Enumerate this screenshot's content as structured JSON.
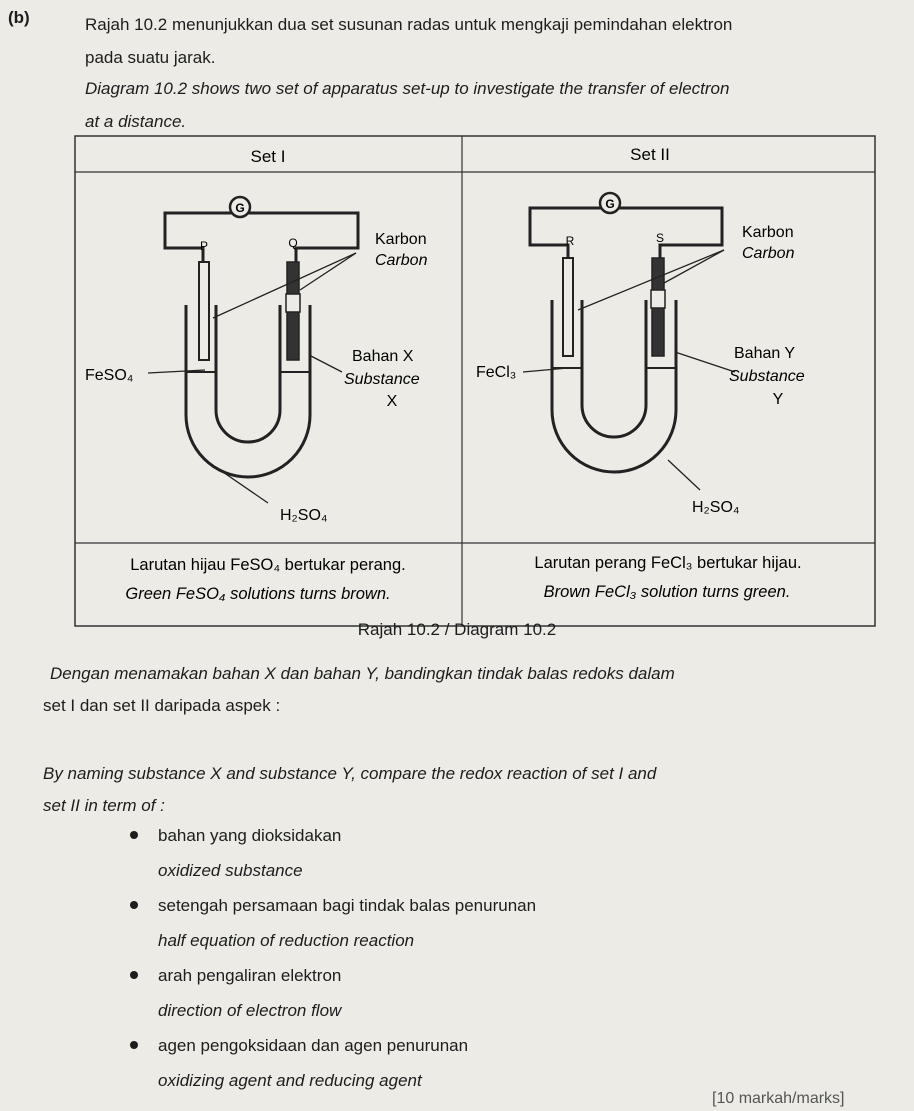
{
  "question": {
    "label": "(b)",
    "intro_malay_1": "Rajah 10.2 menunjukkan dua set susunan radas untuk mengkaji pemindahan elektron",
    "intro_malay_2": "pada suatu jarak.",
    "intro_eng_1": "Diagram 10.2 shows two set of apparatus set-up to investigate the transfer of electron",
    "intro_eng_2": "at a distance."
  },
  "table": {
    "set1_header": "Set I",
    "set2_header": "Set II",
    "set1": {
      "galvanometer": "G",
      "electrode_left": "P",
      "electrode_right": "Q",
      "karbon": "Karbon",
      "carbon": "Carbon",
      "bahan": "Bahan X",
      "substance": "Substance",
      "substance_letter": "X",
      "left_solution": "FeSO₄",
      "acid": "H₂SO₄",
      "obs_malay": "Larutan hijau FeSO₄ bertukar perang.",
      "obs_eng": "Green FeSO₄ solutions turns brown."
    },
    "set2": {
      "galvanometer": "G",
      "electrode_left": "R",
      "electrode_right": "S",
      "karbon": "Karbon",
      "carbon": "Carbon",
      "bahan": "Bahan Y",
      "substance": "Substance",
      "substance_letter": "Y",
      "left_solution": "FeCl₃",
      "acid": "H₂SO₄",
      "obs_malay": "Larutan perang FeCl₃ bertukar hijau.",
      "obs_eng": "Brown FeCl₃ solution turns green."
    }
  },
  "caption": "Rajah 10.2 / Diagram 10.2",
  "prompt": {
    "malay_1": "Dengan menamakan bahan X dan bahan Y, bandingkan tindak balas redoks dalam",
    "malay_2": "set I dan set II daripada aspek :",
    "eng_1": "By naming substance X and substance Y, compare the redox reaction of set I and",
    "eng_2": "set II in term of :"
  },
  "aspects": [
    {
      "malay": "bahan yang dioksidakan",
      "eng": "oxidized substance"
    },
    {
      "malay": "setengah persamaan bagi tindak balas penurunan",
      "eng": "half equation of reduction reaction"
    },
    {
      "malay": "arah pengaliran elektron",
      "eng": "direction of electron flow"
    },
    {
      "malay": "agen pengoksidaan dan agen penurunan",
      "eng": "oxidizing agent and reducing agent"
    }
  ],
  "marks": "[10 markah/marks]"
}
